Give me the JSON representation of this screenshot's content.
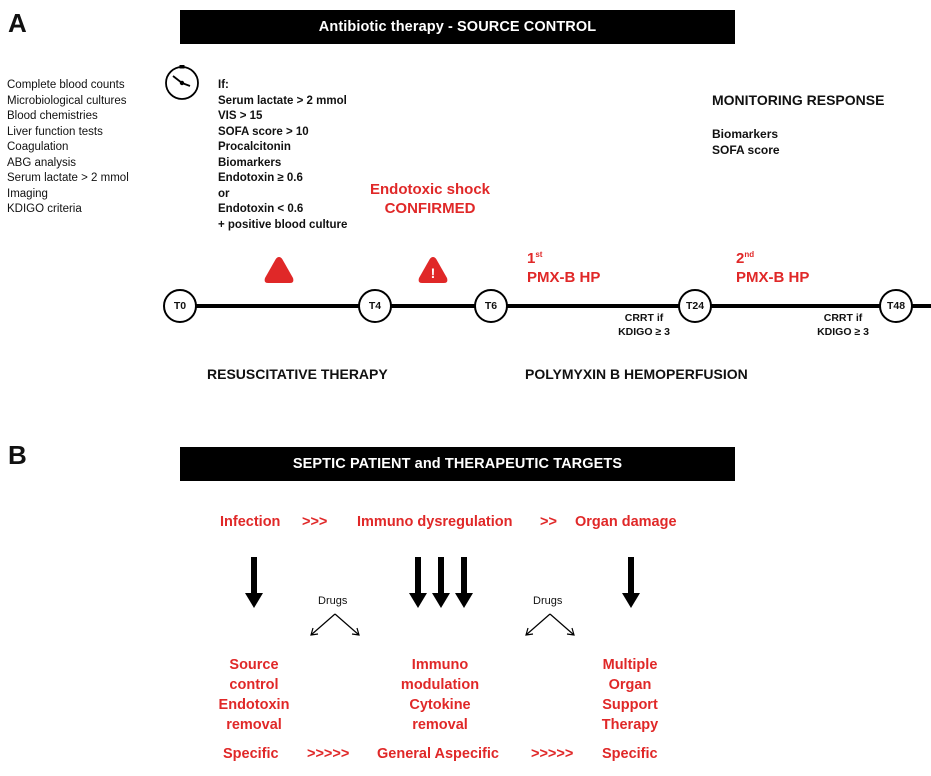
{
  "panel_a": {
    "letter": "A",
    "banner": "Antibiotic therapy  -  SOURCE CONTROL",
    "tests": [
      "Complete blood counts",
      "Microbiological cultures",
      "Blood chemistries",
      "Liver function tests",
      "Coagulation",
      "ABG analysis",
      "Serum lactate > 2 mmol",
      "Imaging",
      "KDIGO criteria"
    ],
    "criteria": [
      "If:",
      "Serum lactate > 2 mmol",
      "VIS > 15",
      "SOFA score > 10",
      "Procalcitonin",
      "Biomarkers",
      "Endotoxin ≥ 0.6",
      "or",
      "Endotoxin < 0.6",
      "+ positive blood culture"
    ],
    "shock_line1": "Endotoxic shock",
    "shock_line2": "CONFIRMED",
    "monitoring_title": "MONITORING RESPONSE",
    "monitoring_items": [
      "Biomarkers",
      "SOFA score"
    ],
    "first_ord_num": "1",
    "first_ord_sup": "st",
    "first_label": "PMX-B HP",
    "second_ord_num": "2",
    "second_ord_sup": "nd",
    "second_label": "PMX-B HP",
    "nodes": [
      "T0",
      "T4",
      "T6",
      "T24",
      "T48"
    ],
    "crrt_line1": "CRRT if",
    "crrt_line2": "KDIGO ≥ 3",
    "phase_left": "RESUSCITATIVE THERAPY",
    "phase_right": "POLYMYXIN B HEMOPERFUSION",
    "warning_mark": "!",
    "accent_color": "#e02828"
  },
  "panel_b": {
    "letter": "B",
    "banner": "SEPTIC PATIENT and THERAPEUTIC TARGETS",
    "flow": [
      "Infection",
      ">>>",
      "Immuno dysregulation",
      ">>",
      "Organ damage"
    ],
    "drugs_label": "Drugs",
    "targets": [
      [
        "Source",
        "control",
        "Endotoxin",
        "removal"
      ],
      [
        "Immuno",
        "modulation",
        "Cytokine",
        "removal"
      ],
      [
        "Multiple",
        "Organ",
        "Support",
        "Therapy"
      ]
    ],
    "specificity": [
      "Specific",
      ">>>>>",
      "General Aspecific",
      ">>>>>",
      "Specific"
    ]
  }
}
